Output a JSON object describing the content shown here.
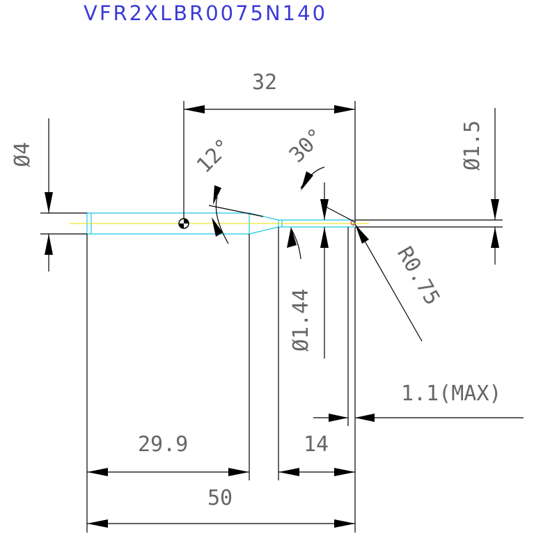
{
  "title": "VFR2XLBR0075N140",
  "colors": {
    "title": "#3a3ad8",
    "dimension_text": "#666666",
    "dimension_lines": "#000000",
    "tool_outline": "#19c7e0",
    "center_line": "#e8e000",
    "tip_marker": "#e03030",
    "background": "#ffffff"
  },
  "dimensions": {
    "shank_length": "32",
    "shank_diameter": "Ø4",
    "taper_angle": "12°",
    "tip_angle": "30°",
    "tip_diameter": "Ø1.5",
    "neck_diameter": "Ø1.44",
    "corner_radius": "R0.75",
    "max_offset": "1.1(MAX)",
    "taper_start_length": "29.9",
    "neck_length": "14",
    "overall_length": "50"
  }
}
